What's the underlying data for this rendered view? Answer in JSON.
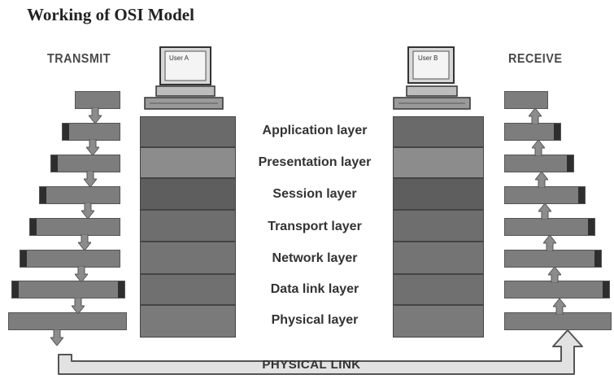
{
  "title": "Working of OSI Model",
  "transmit_label": "TRANSMIT",
  "receive_label": "RECEIVE",
  "computer_a_label": "User A",
  "computer_b_label": "User B",
  "layers": [
    "Application layer",
    "Presentation layer",
    "Session layer",
    "Transport layer",
    "Network layer",
    "Data link layer",
    "Physical layer"
  ],
  "physical_link_label": "PHYSICAL LINK",
  "colors": {
    "block_dark": "#666666",
    "block_light": "#8a8a8a",
    "pdu_body": "#7d7d7d",
    "pdu_header": "#2e2e2e",
    "arrow": "#8c8c8c"
  }
}
